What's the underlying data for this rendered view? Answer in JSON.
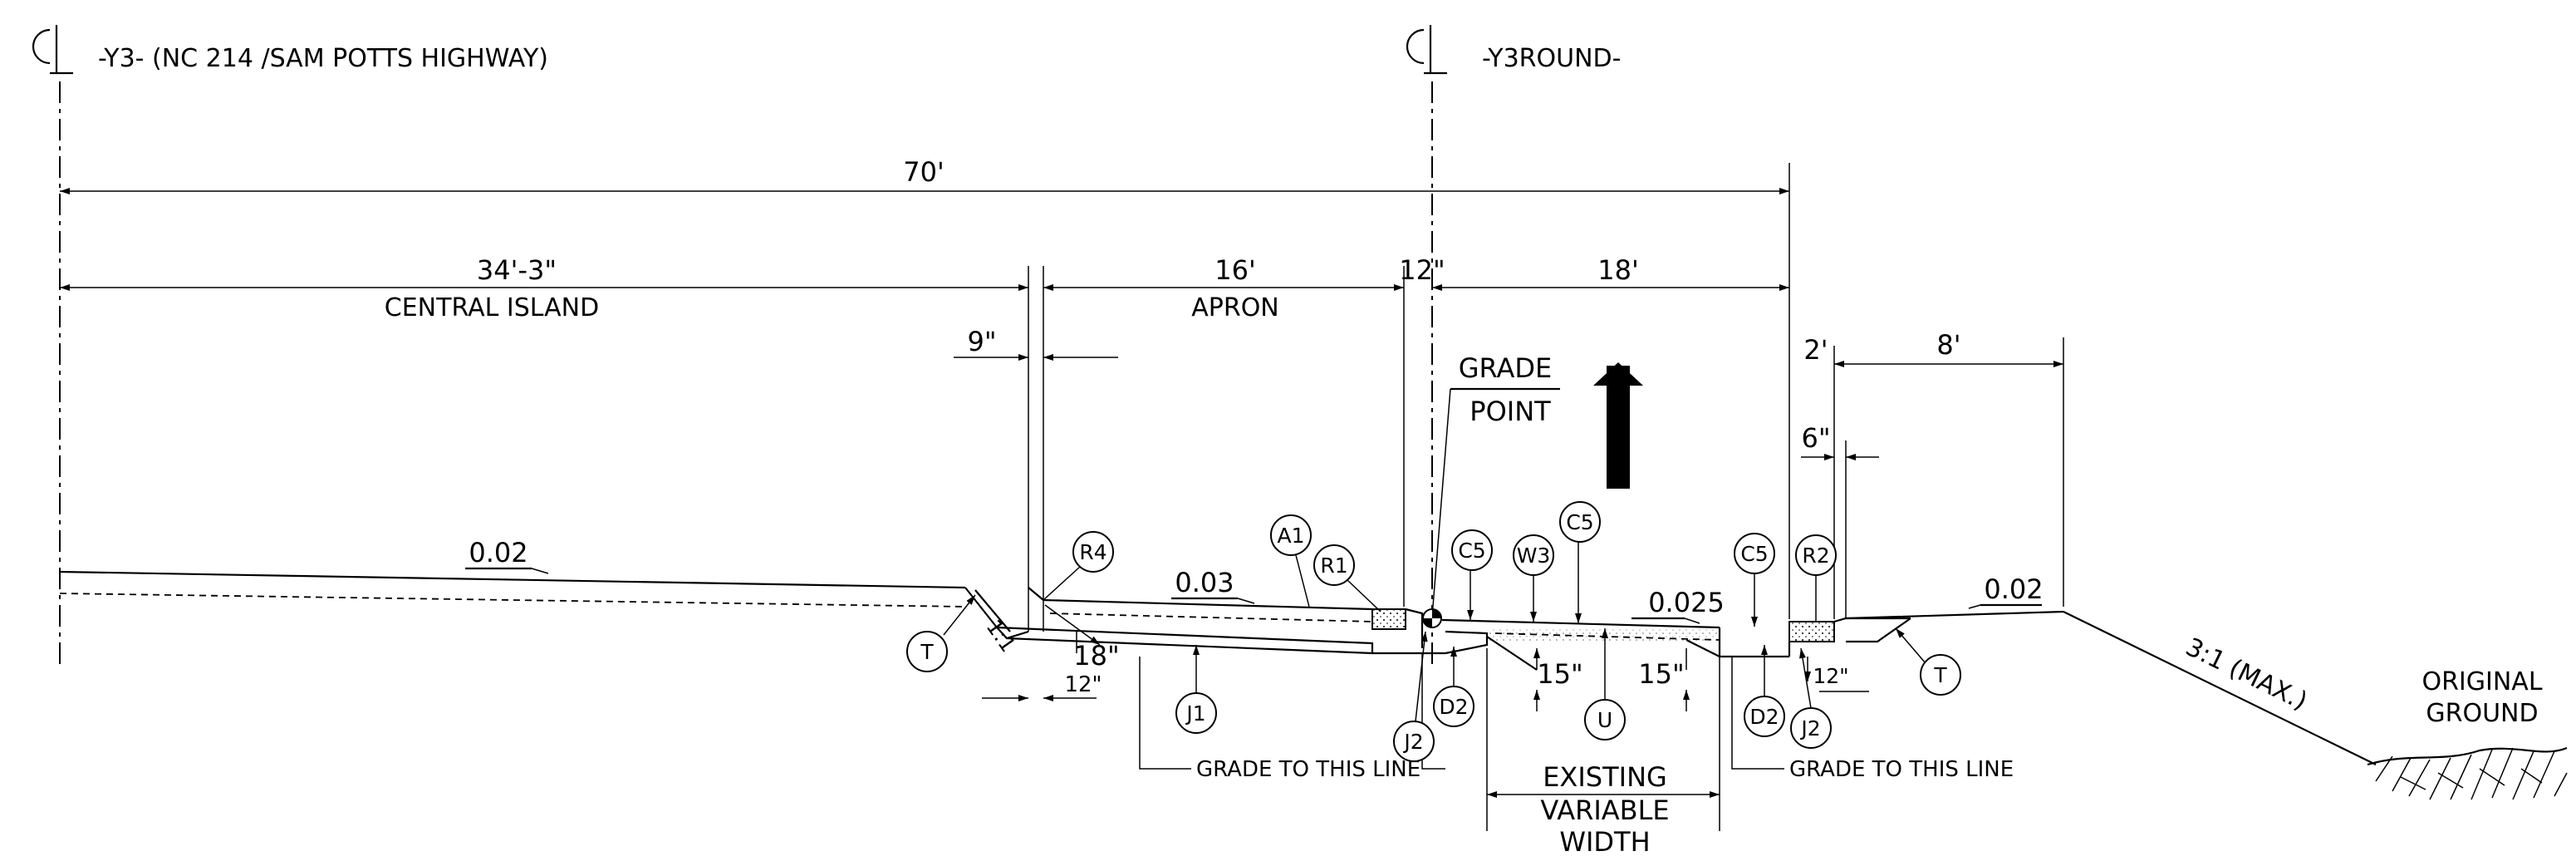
{
  "centerlines": {
    "y3_label": "-Y3- (NC 214 /SAM POTTS HIGHWAY)",
    "y3round_label": "-Y3ROUND-"
  },
  "dimensions": {
    "overall": "70'",
    "central_island": "34'-3\"",
    "central_island_label": "CENTRAL ISLAND",
    "nine_in": "9\"",
    "apron": "16'",
    "apron_label": "APRON",
    "twelve_in": "12\"",
    "lane": "18'",
    "two_ft": "2'",
    "eight_ft": "8'",
    "six_in": "6\"",
    "eighteen_in": "18\"",
    "twelve_in_left": "12\"",
    "twelve_in_right": "12\"",
    "fifteen_in_left": "15\"",
    "fifteen_in_right": "15\""
  },
  "grade_point": {
    "line1": "GRADE",
    "line2": "POINT"
  },
  "slopes": {
    "island": "0.02",
    "apron": "0.03",
    "lane": "0.025",
    "shoulder": "0.02",
    "side_slope": "3:1 (MAX.)",
    "one_to_one": "1:1"
  },
  "labels": {
    "grade_line_left": "GRADE TO THIS LINE",
    "grade_line_right": "GRADE TO THIS LINE",
    "existing_line1": "EXISTING",
    "existing_line2": "VARIABLE",
    "existing_line3": "WIDTH",
    "original_line1": "ORIGINAL",
    "original_line2": "GROUND"
  },
  "callouts": {
    "R4": "R4",
    "A1": "A1",
    "R1": "R1",
    "C5a": "C5",
    "W3": "W3",
    "C5b": "C5",
    "C5c": "C5",
    "R2": "R2",
    "T_left": "T",
    "J1": "J1",
    "J2a": "J2",
    "D2a": "D2",
    "U": "U",
    "D2b": "D2",
    "J2b": "J2",
    "T_right": "T"
  }
}
